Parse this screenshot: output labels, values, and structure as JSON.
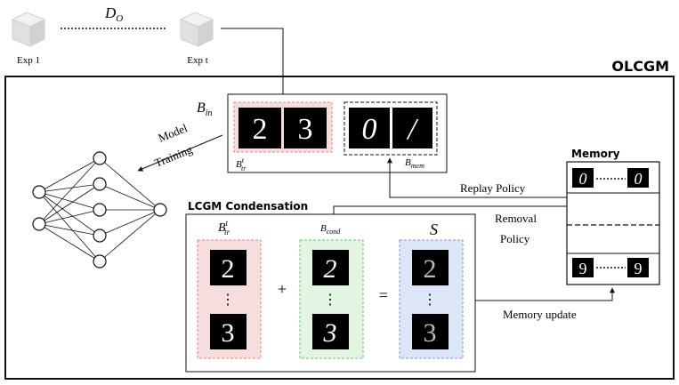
{
  "dataset": {
    "label": "D_O",
    "math_letter": "D",
    "math_sub": "O"
  },
  "experiences": [
    {
      "label": "Exp  1"
    },
    {
      "label": "Exp  t"
    }
  ],
  "framework_title": "OLCGM",
  "batches": {
    "input_label": "B",
    "input_sub": "in",
    "train_label": "B",
    "train_sup": "t",
    "train_sub": "tr",
    "mem_label": "B",
    "mem_sub": "mem",
    "train_digits": [
      "2",
      "3"
    ],
    "mem_digits": [
      "0",
      "/"
    ]
  },
  "model_training": {
    "line1": "Model",
    "line2": "Training"
  },
  "memory": {
    "title": "Memory",
    "top_digits": [
      "0",
      "0"
    ],
    "bottom_digits": [
      "9",
      "9"
    ]
  },
  "policies": {
    "replay": "Replay Policy",
    "removal_line1": "Removal",
    "removal_line2": "Policy",
    "memory_update": "Memory update"
  },
  "condensation": {
    "title": "LCGM Condensation",
    "col1": {
      "label": "B",
      "sup": "t",
      "sub": "tr",
      "top": "2",
      "bottom": "3"
    },
    "col2": {
      "label": "B",
      "sub": "cond",
      "top": "2",
      "bottom": "3"
    },
    "col3": {
      "label": "S",
      "top": "2",
      "bottom": "3"
    },
    "plus": "+",
    "equals": "=",
    "dots": "⋮"
  },
  "colors": {
    "pink_fill": "#f7dede",
    "pink_stroke": "#e08585",
    "green_fill": "#e2f5e2",
    "green_stroke": "#6fbf6f",
    "blue_fill": "#dde6f6",
    "blue_stroke": "#7b97cf",
    "cube_face": "#e6e6e6"
  }
}
